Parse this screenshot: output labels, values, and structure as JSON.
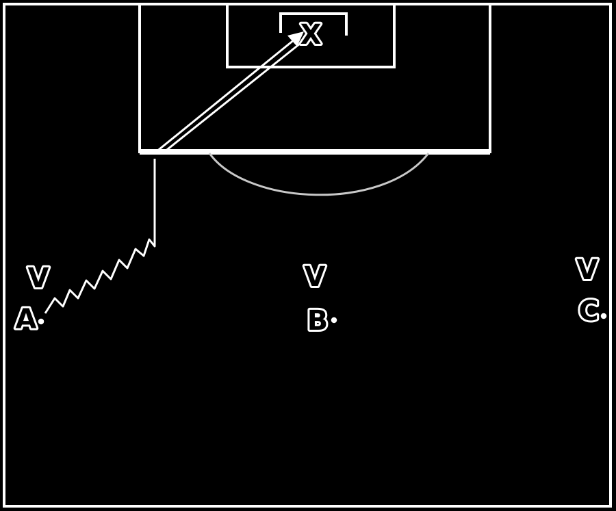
{
  "colors": {
    "background": "#000000",
    "lines": "#ffffff",
    "arc": "#c8c8c8",
    "text": "#000000"
  },
  "goal_marker": {
    "label": "X"
  },
  "players": [
    {
      "id": "A",
      "label": "A",
      "marker": "V"
    },
    {
      "id": "B",
      "label": "B",
      "marker": "V"
    },
    {
      "id": "C",
      "label": "C",
      "marker": "V"
    }
  ],
  "paths": [
    {
      "from": "A",
      "to": "penalty-box-edge",
      "style": "wavy",
      "meaning": "dribble"
    },
    {
      "from": "penalty-box-edge",
      "to": "X",
      "style": "double-line-arrow",
      "meaning": "shot"
    }
  ]
}
